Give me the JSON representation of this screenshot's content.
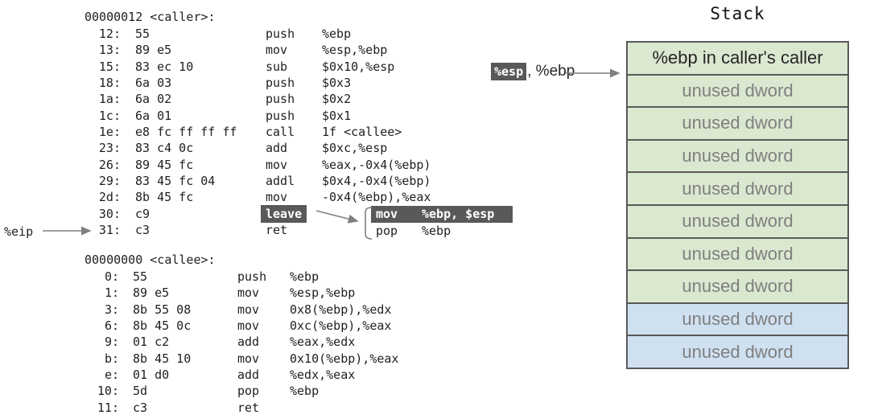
{
  "palette": {
    "highlight_bg": "#595959",
    "highlight_text": "#ffffff",
    "asm_text": "#1f1f1f",
    "muted_text": "#7f7f7f",
    "arrow": "#7f7f7f",
    "stack_green": "#dbe8d0",
    "stack_blue": "#cfe0f1",
    "stack_border": "#595959"
  },
  "asm": {
    "caller": {
      "header": "00000012 <caller>:",
      "rows": [
        {
          "addr": "12:",
          "bytes": "55",
          "mn": "push",
          "ops": "%ebp"
        },
        {
          "addr": "13:",
          "bytes": "89 e5",
          "mn": "mov",
          "ops": "%esp,%ebp"
        },
        {
          "addr": "15:",
          "bytes": "83 ec 10",
          "mn": "sub",
          "ops": "$0x10,%esp"
        },
        {
          "addr": "18:",
          "bytes": "6a 03",
          "mn": "push",
          "ops": "$0x3"
        },
        {
          "addr": "1a:",
          "bytes": "6a 02",
          "mn": "push",
          "ops": "$0x2"
        },
        {
          "addr": "1c:",
          "bytes": "6a 01",
          "mn": "push",
          "ops": "$0x1"
        },
        {
          "addr": "1e:",
          "bytes": "e8 fc ff ff ff",
          "mn": "call",
          "ops": "1f <callee>"
        },
        {
          "addr": "23:",
          "bytes": "83 c4 0c",
          "mn": "add",
          "ops": "$0xc,%esp"
        },
        {
          "addr": "26:",
          "bytes": "89 45 fc",
          "mn": "mov",
          "ops": "%eax,-0x4(%ebp)"
        },
        {
          "addr": "29:",
          "bytes": "83 45 fc 04",
          "mn": "addl",
          "ops": "$0x4,-0x4(%ebp)"
        },
        {
          "addr": "2d:",
          "bytes": "8b 45 fc",
          "mn": "mov",
          "ops": "-0x4(%ebp),%eax"
        },
        {
          "addr": "30:",
          "bytes": "c9",
          "mn": "leave",
          "ops": ""
        },
        {
          "addr": "31:",
          "bytes": "c3",
          "mn": "ret",
          "ops": ""
        }
      ]
    },
    "callee": {
      "header": "00000000 <callee>:",
      "rows": [
        {
          "addr": "0:",
          "bytes": "55",
          "mn": "push",
          "ops": "%ebp"
        },
        {
          "addr": "1:",
          "bytes": "89 e5",
          "mn": "mov",
          "ops": "%esp,%ebp"
        },
        {
          "addr": "3:",
          "bytes": "8b 55 08",
          "mn": "mov",
          "ops": "0x8(%ebp),%edx"
        },
        {
          "addr": "6:",
          "bytes": "8b 45 0c",
          "mn": "mov",
          "ops": "0xc(%ebp),%eax"
        },
        {
          "addr": "9:",
          "bytes": "01 c2",
          "mn": "add",
          "ops": "%eax,%edx"
        },
        {
          "addr": "b:",
          "bytes": "8b 45 10",
          "mn": "mov",
          "ops": "0x10(%ebp),%eax"
        },
        {
          "addr": "e:",
          "bytes": "01 d0",
          "mn": "add",
          "ops": "%edx,%eax"
        },
        {
          "addr": "10:",
          "bytes": "5d",
          "mn": "pop",
          "ops": "%ebp"
        },
        {
          "addr": "11:",
          "bytes": "c3",
          "mn": "ret",
          "ops": ""
        }
      ]
    }
  },
  "annotations": {
    "eip_label": "%eip",
    "esp_highlight": "%esp",
    "esp_rest": ", %ebp",
    "leave_expansion": {
      "mov_mn": "mov",
      "mov_ops": "%ebp, $esp",
      "pop_mn": "pop",
      "pop_ops": "%ebp"
    }
  },
  "stack": {
    "title": "Stack",
    "rows": [
      {
        "label": "%ebp in caller's caller",
        "fill": "#dbe8d0"
      },
      {
        "label": "unused dword",
        "fill": "#dbe8d0"
      },
      {
        "label": "unused dword",
        "fill": "#dbe8d0"
      },
      {
        "label": "unused dword",
        "fill": "#dbe8d0"
      },
      {
        "label": "unused dword",
        "fill": "#dbe8d0"
      },
      {
        "label": "unused dword",
        "fill": "#dbe8d0"
      },
      {
        "label": "unused dword",
        "fill": "#dbe8d0"
      },
      {
        "label": "unused dword",
        "fill": "#dbe8d0"
      },
      {
        "label": "unused dword",
        "fill": "#cfe0f1"
      },
      {
        "label": "unused dword",
        "fill": "#cfe0f1"
      }
    ]
  }
}
